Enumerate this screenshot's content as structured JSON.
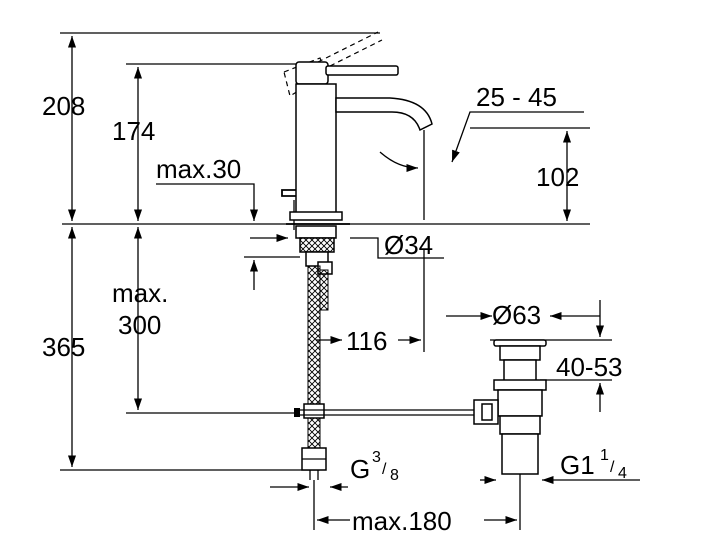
{
  "dimensions": {
    "total_height_above": "208",
    "lever_height": "174",
    "max_deck_thickness": "max.30",
    "spout_angle": "25 - 45",
    "spout_height": "102",
    "hole_diameter": "Ø34",
    "max_below_label": "max.",
    "max_below_value": "300",
    "total_below": "365",
    "spout_reach": "116",
    "waste_diameter": "Ø63",
    "waste_range": "40-53",
    "supply_thread_main": "G",
    "supply_thread_num": "3",
    "supply_thread_den": "8",
    "waste_thread_main": "G1",
    "waste_thread_num": "1",
    "waste_thread_den": "4",
    "max_spacing": "max.180"
  },
  "colors": {
    "line": "#000000",
    "background": "#ffffff"
  }
}
